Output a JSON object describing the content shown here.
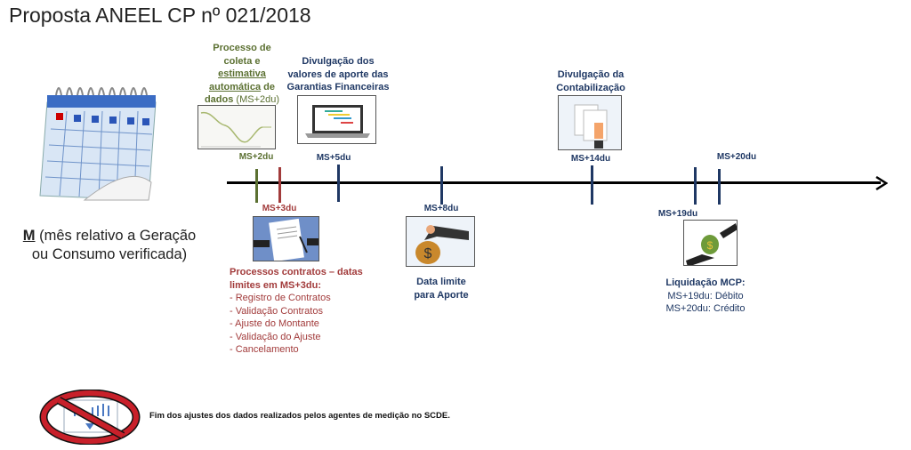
{
  "title": "Proposta ANEEL CP nº 021/2018",
  "month": {
    "letter": "M",
    "text_1": "(mês relativo a Geração",
    "text_2": "ou Consumo verificada)"
  },
  "coleta": {
    "l1": "Processo de",
    "l2": "coleta e",
    "l3": "estimativa",
    "l4a": "automática",
    "l4b": "de",
    "l5a": "dados",
    "l5b": "(MS+2du)"
  },
  "aporte_div": {
    "l1": "Divulgação dos",
    "l2": "valores de aporte das",
    "l3": "Garantias Financeiras"
  },
  "contab": {
    "l1": "Divulgação da",
    "l2": "Contabilização"
  },
  "contratos": {
    "h1": "Processos contratos  – datas",
    "h2": "limites em MS+3du:",
    "items": [
      "- Registro de Contratos",
      "- Validação Contratos",
      "- Ajuste do Montante",
      "- Validação do Ajuste",
      "- Cancelamento"
    ]
  },
  "data_limite": {
    "l1": "Data  limite",
    "l2": "para Aporte"
  },
  "liquidacao": {
    "h": "Liquidação MCP:",
    "l1": "MS+19du:  Débito",
    "l2": "MS+20du:  Crédito"
  },
  "milestones": {
    "ms2": "MS+2du",
    "ms3": "MS+3du",
    "ms5": "MS+5du",
    "ms8": "MS+8du",
    "ms14": "MS+14du",
    "ms19": "MS+19du",
    "ms20": "MS+20du"
  },
  "footer": "Fim dos ajustes dos dados realizados pelos agentes de medição no SCDE.",
  "colors": {
    "green": "#5b7031",
    "red": "#a23b3b",
    "navy": "#1f3864"
  }
}
